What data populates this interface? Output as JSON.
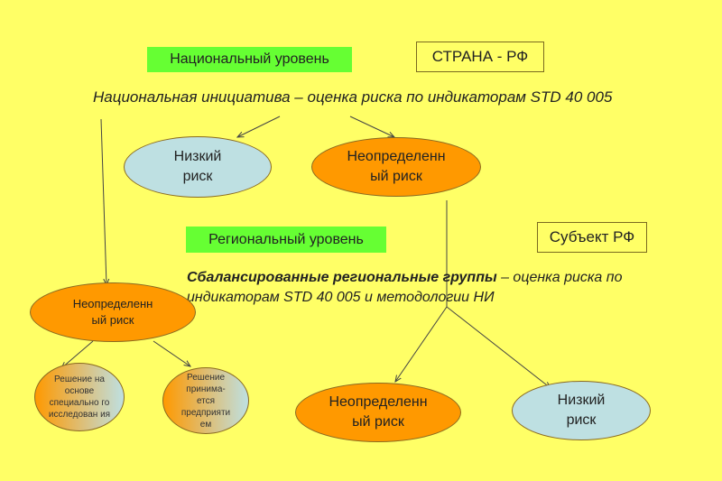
{
  "national": {
    "level_label": "Национальный уровень",
    "country_label": "СТРАНА - РФ",
    "initiative_text": "Национальная инициатива – оценка риска по индикаторам STD 40 005",
    "low_risk": "Низкий риск",
    "uncertain_risk": "Неопределенн ый риск"
  },
  "regional": {
    "level_label": "Региональный уровень",
    "subject_label": "Субъект РФ",
    "groups_bold": "Сбалансированные региональные группы",
    "groups_rest": " – оценка риска по индикаторам STD 40 005 и методологии НИ",
    "uncertain_risk": "Неопределенн ый риск",
    "low_risk": "Низкий риск"
  },
  "left_branch": {
    "uncertain_risk": "Неопределенн ый риск",
    "decision_research": "Решение на основе специально го исследован ия",
    "decision_enterprise": "Решение принима- ется предприяти ем"
  },
  "colors": {
    "background": "#FFFF66",
    "green": "#66FF33",
    "blue": "#BEE0E2",
    "orange": "#FF9900"
  }
}
